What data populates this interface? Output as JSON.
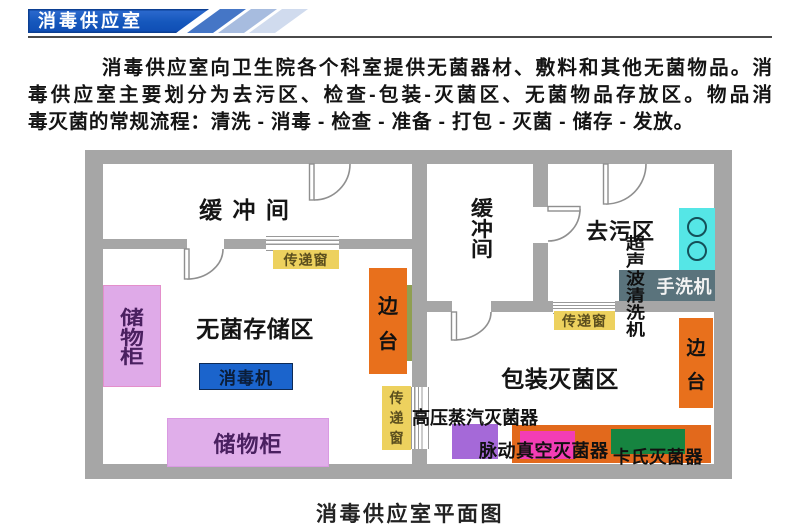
{
  "header": {
    "title": "消毒供应室"
  },
  "intro": {
    "lines": [
      "消毒供应室向卫生院各个科室提供无菌器材、敷料和其他无菌物品。消",
      "毒供应室主要划分为去污区、检查-包装-灭菌区、无菌物品存放区。物品消",
      "毒灭菌的常规流程：清洗 - 消毒 - 检查 - 准备 - 打包 - 灭菌 - 储存 - 发放。"
    ]
  },
  "plan": {
    "rooms": {
      "buffer_left": "缓 冲 间",
      "buffer_mid": "缓冲间",
      "decontamination": "去污区",
      "sterile_storage": "无菌存储区",
      "packing_sterilization": "包装灭菌区"
    },
    "equipment": {
      "cabinet_vertical": "储物柜",
      "cabinet_horizontal": "储物柜",
      "disinfector": "消毒机",
      "side_table_left": "边台",
      "side_table_right": "边台",
      "pass_window_left": "传递窗",
      "pass_window_middle": "传递窗",
      "pass_window_right": "传递窗",
      "ultrasonic_cleaner": "超声波清洗机",
      "hand_washer": "手洗机",
      "autoclave": "高压蒸汽灭菌器",
      "pulse_vacuum_sterilizer": "脉动真空灭菌器",
      "cassette_sterilizer": "卡氏灭菌器"
    }
  },
  "caption": "消毒供应室平面图",
  "colors": {
    "header_blue": "#1557bc",
    "wall_gray": "#a6a6a6",
    "orange": "#e8701c",
    "cabinet_purple": "#dfaae8",
    "machine_purple": "#a569d8",
    "magenta": "#f33db5",
    "green": "#168440",
    "cyan": "#55e6e6",
    "yellow": "#edd15e",
    "machine_blue": "#1b64cc",
    "slate": "#5a737c"
  }
}
